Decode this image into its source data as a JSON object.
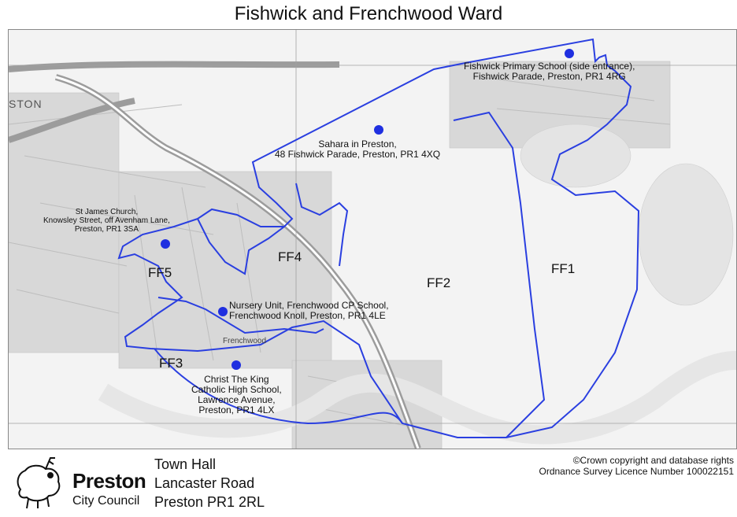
{
  "title": "Fishwick and Frenchwood Ward",
  "map": {
    "place_label": "STON",
    "wards": [
      "FF1",
      "FF2",
      "FF3",
      "FF4",
      "FF5"
    ],
    "polling_stations": [
      {
        "line1": "Fishwick Primary School (side entrance),",
        "line2": "Fishwick Parade, Preston, PR1 4RG"
      },
      {
        "line1": "Sahara in Preston,",
        "line2": "48 Fishwick Parade, Preston, PR1 4XQ"
      },
      {
        "line1": "St James Church,",
        "line2": "Knowsley Street, off Avenham Lane,",
        "line3": "Preston, PR1 3SA"
      },
      {
        "line1": "Nursery Unit, Frenchwood CP School,",
        "line2": "Frenchwood Knoll, Preston, PR1 4LE"
      },
      {
        "line1": "Christ The King",
        "line2": "Catholic High School,",
        "line3": "Lawrence Avenue,",
        "line4": "Preston, PR1 4LX"
      }
    ],
    "area_label": "Frenchwood",
    "boundary_color": "#2a3fe0",
    "marker_color": "#1f2fe0"
  },
  "footer": {
    "brand_name": "Preston",
    "brand_sub": "City Council",
    "address": [
      "Town Hall",
      "Lancaster Road",
      "Preston PR1 2RL"
    ],
    "copyright_line1": "©Crown copyright and database rights",
    "copyright_line2": "Ordnance Survey Licence Number 100022151"
  }
}
